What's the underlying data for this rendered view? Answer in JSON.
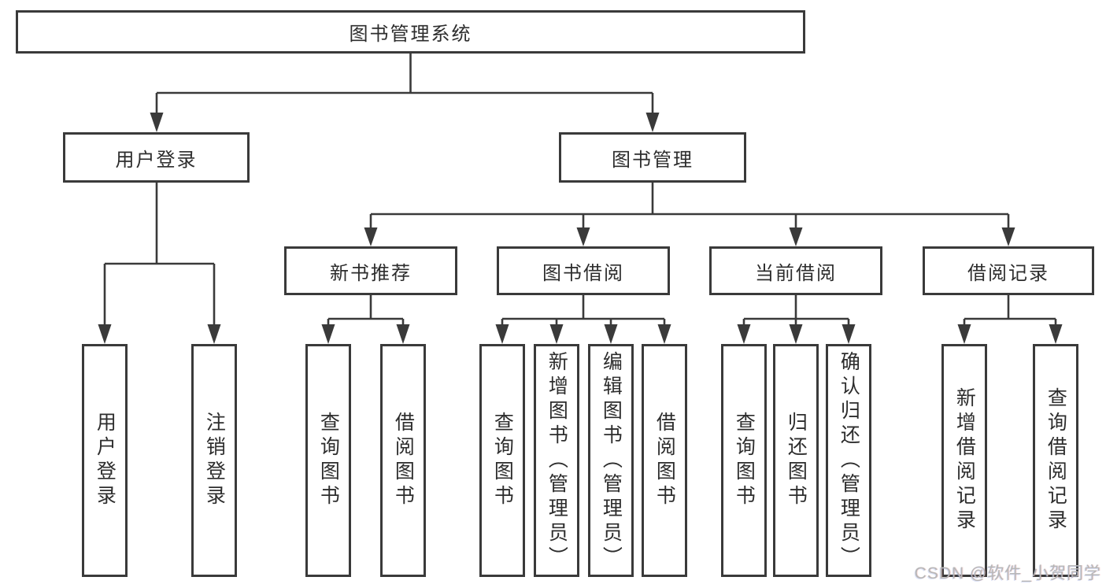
{
  "colors": {
    "line": "#3a3a3a",
    "text": "#2d2d2d",
    "watermark": "#b7b7b7",
    "bg": "#ffffff"
  },
  "watermark": {
    "text": "CSDN @软件_小贺同学"
  },
  "tree": {
    "root": {
      "label": "图书管理系统",
      "children": [
        {
          "label": "用户登录",
          "children": [
            {
              "label": "用户登录"
            },
            {
              "label": "注销登录"
            }
          ]
        },
        {
          "label": "图书管理",
          "children": [
            {
              "label": "新书推荐",
              "children": [
                {
                  "label": "查询图书"
                },
                {
                  "label": "借阅图书"
                }
              ]
            },
            {
              "label": "图书借阅",
              "children": [
                {
                  "label": "查询图书"
                },
                {
                  "label": "新增图书（管理员）"
                },
                {
                  "label": "编辑图书（管理员）"
                },
                {
                  "label": "借阅图书"
                }
              ]
            },
            {
              "label": "当前借阅",
              "children": [
                {
                  "label": "查询图书"
                },
                {
                  "label": "归还图书"
                },
                {
                  "label": "确认归还（管理员）"
                }
              ]
            },
            {
              "label": "借阅记录",
              "children": [
                {
                  "label": "新增借阅记录"
                },
                {
                  "label": "查询借阅记录"
                }
              ]
            }
          ]
        }
      ]
    }
  }
}
